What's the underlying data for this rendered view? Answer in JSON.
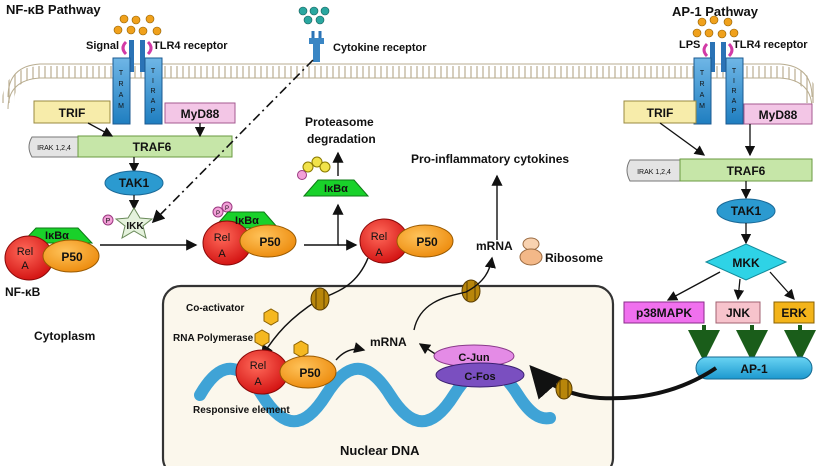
{
  "pathways": {
    "nfkb_title": "NF-κB Pathway",
    "ap1_title": "AP-1 Pathway"
  },
  "receptors": {
    "signal": "Signal",
    "tlr4_left": "TLR4 receptor",
    "tlr4_right": "TLR4 receptor",
    "lps": "LPS",
    "cytokine": "Cytokine receptor",
    "tram_letters": [
      "T",
      "R",
      "A",
      "M"
    ],
    "tirap_letters": [
      "T",
      "I",
      "R",
      "A",
      "P"
    ]
  },
  "adaptors": {
    "trif": "TRIF",
    "myd88": "MyD88",
    "irak": "IRAK 1,2,4",
    "traf6": "TRAF6",
    "tak1": "TAK1",
    "ikk": "IKK",
    "mkk": "MKK"
  },
  "complex": {
    "ikba": "IκBα",
    "rel": "Rel",
    "a": "A",
    "p50": "P50",
    "p": "P",
    "nfkb": "NF-κB"
  },
  "labels": {
    "proteasome": "Proteasome",
    "degradation": "degradation",
    "proinflammatory": "Pro-inflammatory cytokines",
    "mrna": "mRNA",
    "ribosome": "Ribosome",
    "cytoplasm": "Cytoplasm",
    "coactivator": "Co-activator",
    "rna_polymerase": "RNA Polymerase",
    "responsive_element": "Responsive element",
    "nuclear_dna": "Nuclear DNA"
  },
  "mapk": {
    "p38": "p38MAPK",
    "jnk": "JNK",
    "erk": "ERK"
  },
  "ap1": {
    "cjun": "C-Jun",
    "cfos": "C-Fos",
    "ap1_label": "AP-1"
  },
  "colors": {
    "membrane": "#d9cdb0",
    "nucleus_fill": "#fbf7ec",
    "receptor_blue": "#3a86c4",
    "trif_fill": "#f7ecaa",
    "myd88_fill": "#f3c6e6",
    "traf6_fill": "#c6e6a8",
    "tak1_fill": "#2b9ad0",
    "ikba_green": "#19d12a",
    "rel_red": "#e11a1a",
    "p50_orange": "#f59a16",
    "mkk_cyan": "#2ed3e6",
    "p38_magenta": "#f070ee",
    "jnk_pink": "#f7c3cc",
    "erk_yellow": "#f3b41a",
    "ap1_blue": "#2bb1de",
    "cjun_fill": "#e48be6",
    "cfos_fill": "#7a4fc0",
    "dna_blue": "#3fa3d6",
    "arrow_green": "#1a5d1a"
  }
}
